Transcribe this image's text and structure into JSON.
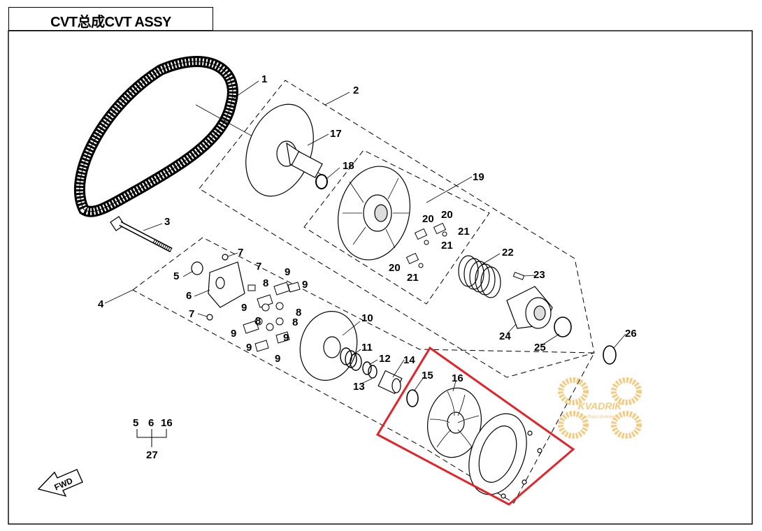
{
  "title": "CVT总成CVT ASSY",
  "fwd_label": "FWD",
  "watermark": {
    "brand": "KVADRIK",
    "tagline": "свобода движения",
    "color": "#f3c36b"
  },
  "highlight_color": "#e0242a",
  "callouts": [
    "1",
    "2",
    "3",
    "4",
    "5",
    "6",
    "7",
    "7",
    "7",
    "8",
    "8",
    "8",
    "8",
    "9",
    "9",
    "9",
    "9",
    "9",
    "9",
    "9",
    "10",
    "11",
    "12",
    "13",
    "14",
    "15",
    "16",
    "17",
    "18",
    "19",
    "20",
    "20",
    "20",
    "21",
    "21",
    "21",
    "22",
    "23",
    "24",
    "25",
    "26"
  ],
  "assembly_group": {
    "items": [
      "5",
      "6",
      "16"
    ],
    "result": "27"
  }
}
